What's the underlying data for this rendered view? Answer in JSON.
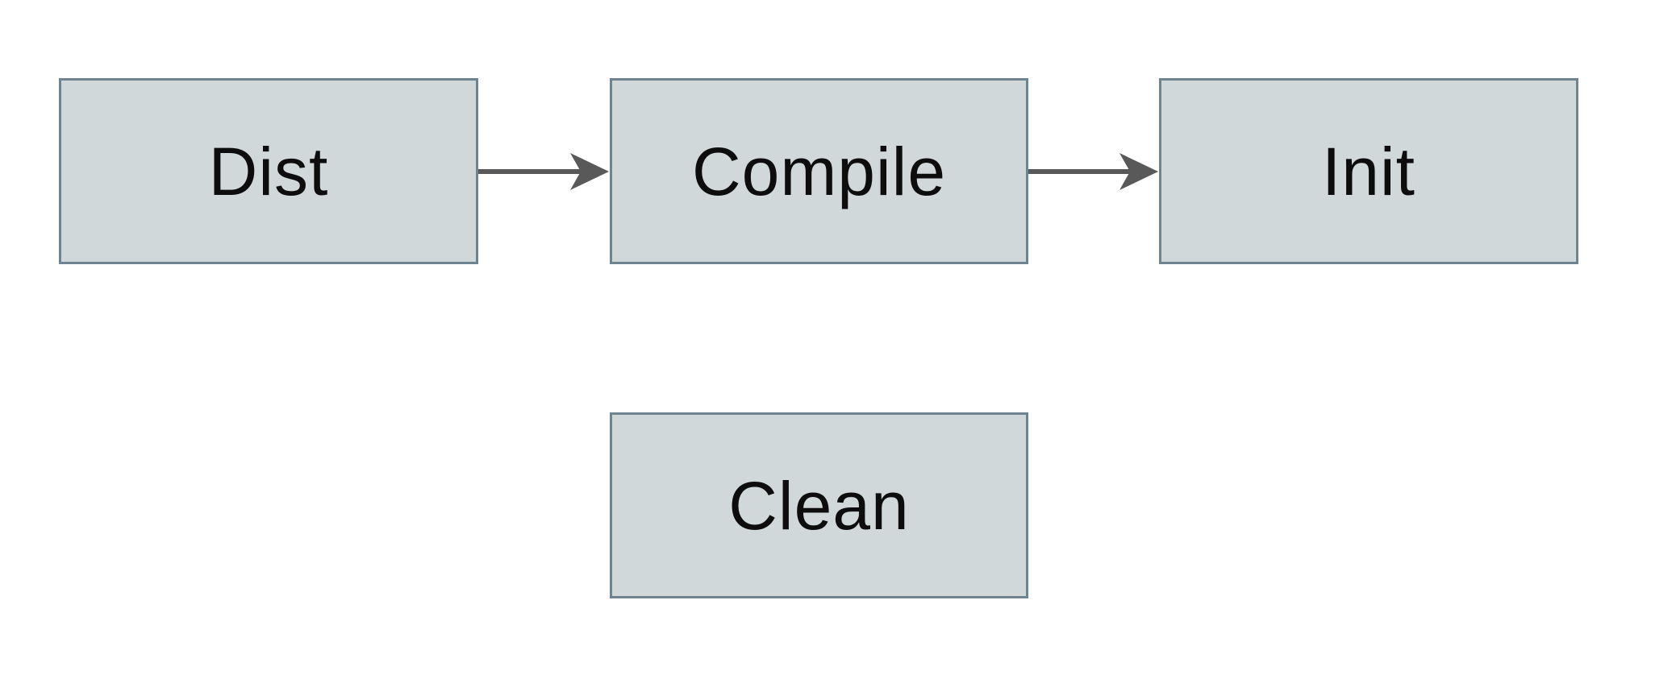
{
  "diagram": {
    "type": "flowchart",
    "nodes": [
      {
        "id": "dist",
        "label": "Dist"
      },
      {
        "id": "compile",
        "label": "Compile"
      },
      {
        "id": "init",
        "label": "Init"
      },
      {
        "id": "clean",
        "label": "Clean"
      }
    ],
    "edges": [
      {
        "from": "Dist",
        "to": "Compile",
        "style": "arrow-right"
      },
      {
        "from": "Compile",
        "to": "Init",
        "style": "arrow-right"
      }
    ],
    "colors": {
      "background": "#ffffff",
      "node_fill": "#d0d8da",
      "node_border": "#6e8491",
      "arrow": "#595959",
      "text": "#0d0d0d"
    }
  }
}
